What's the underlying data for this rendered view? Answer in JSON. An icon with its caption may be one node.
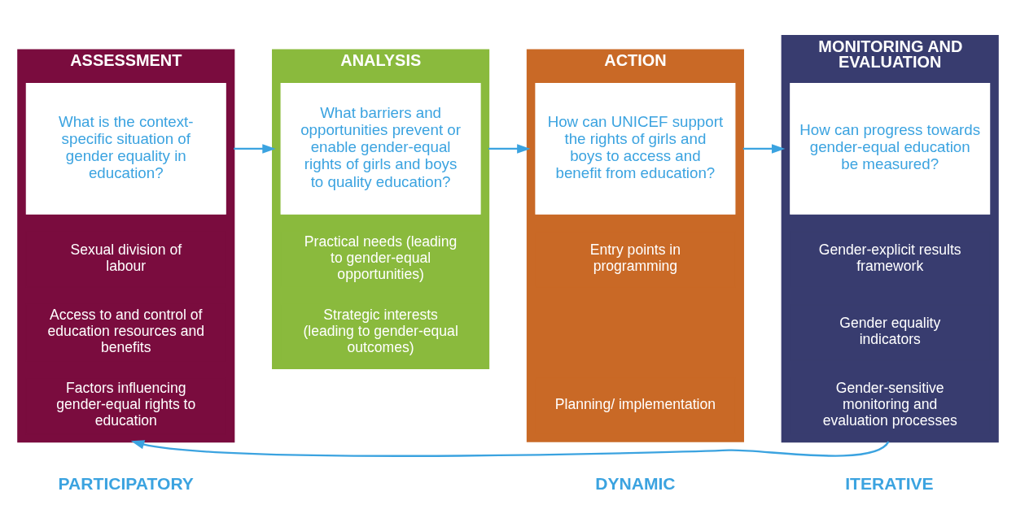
{
  "diagram": {
    "nodes": [
      {
        "text": [
          "ASSESSMENT"
        ]
      },
      {
        "text": [
          "What is the context-specific situation of gender equality in education?"
        ],
        "in": 0
      },
      {
        "text": [
          "Sexual division of labour"
        ],
        "in": 0
      },
      {
        "text": [
          "Access to and control of education resources and benefits"
        ],
        "in": 0
      },
      {
        "text": [
          "Factors influencing gender-equal rights to education"
        ],
        "in": 0
      },
      {
        "text": [
          "ANALYSIS"
        ]
      },
      {
        "text": [
          "What barriers and opportunities prevent or enable gender-equal rights of girls and boys to quality education?"
        ],
        "in": 5
      },
      {
        "text": [
          "Practical needs (leading to gender-equal opportunities)"
        ],
        "in": 5
      },
      {
        "text": [
          "Strategic interests (leading to gender-equal outcomes)"
        ],
        "in": 5
      },
      {
        "text": [
          "ACTION"
        ]
      },
      {
        "text": [
          "How can UNICEF support the rights of girls and boys to access and benefit from education?"
        ],
        "in": 9
      },
      {
        "text": [
          "Entry points in programming"
        ],
        "in": 9
      },
      {
        "text": [
          "Planning/ implementation"
        ],
        "in": 9
      },
      {
        "text": [
          "MONITORING AND EVALUATION"
        ]
      },
      {
        "text": [
          "How can progress towards gender-equal education be measured?"
        ],
        "in": 13
      },
      {
        "text": [
          "Gender-explicit results framework"
        ],
        "in": 13
      },
      {
        "text": [
          "Gender equality indicators"
        ],
        "in": 13
      },
      {
        "text": [
          "Gender-sensitive monitoring and evaluation processes"
        ],
        "in": 13
      }
    ],
    "edges": [
      {
        "from": 0,
        "to": 5,
        "arrow": "to"
      },
      {
        "from": 5,
        "to": 9,
        "arrow": "to"
      },
      {
        "from": 9,
        "to": 13,
        "arrow": "to"
      },
      {
        "from": 13,
        "to": 0,
        "arrow": "to"
      }
    ],
    "labels": [
      "PARTICIPATORY",
      "DYNAMIC",
      "ITERATIVE"
    ]
  }
}
